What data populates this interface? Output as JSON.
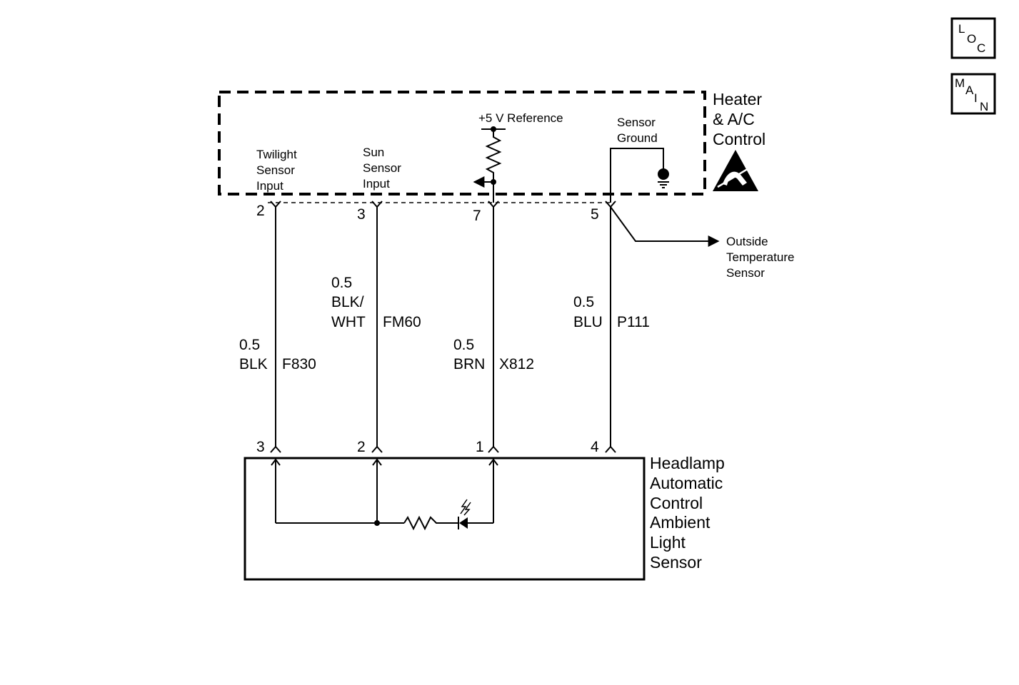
{
  "nav": {
    "loc": [
      "L",
      "O",
      "C"
    ],
    "main": [
      "M",
      "A",
      "I",
      "N"
    ]
  },
  "hvac_module": {
    "title": [
      "Heater",
      "& A/C",
      "Control"
    ],
    "reference_label": "+5 V Reference",
    "sensor_ground_label": [
      "Sensor",
      "Ground"
    ],
    "twilight_input_label": [
      "Twilight",
      "Sensor",
      "Input"
    ],
    "sun_input_label": [
      "Sun",
      "Sensor",
      "Input"
    ]
  },
  "outside_temp_label": [
    "Outside",
    "Temperature",
    "Sensor"
  ],
  "sensor_module": {
    "title": [
      "Headlamp",
      "Automatic",
      "Control",
      "Ambient",
      "Light",
      "Sensor"
    ]
  },
  "wires": [
    {
      "top_pin": "2",
      "bottom_pin": "3",
      "gauge": "0.5",
      "color_lines": [
        "BLK"
      ],
      "circuit": "F830"
    },
    {
      "top_pin": "3",
      "bottom_pin": "2",
      "gauge": "0.5",
      "color_lines": [
        "BLK/",
        "WHT"
      ],
      "circuit": "FM60"
    },
    {
      "top_pin": "7",
      "bottom_pin": "1",
      "gauge": "0.5",
      "color_lines": [
        "BRN"
      ],
      "circuit": "X812"
    },
    {
      "top_pin": "5",
      "bottom_pin": "4",
      "gauge": "0.5",
      "color_lines": [
        "BLU"
      ],
      "circuit": "P111"
    }
  ]
}
